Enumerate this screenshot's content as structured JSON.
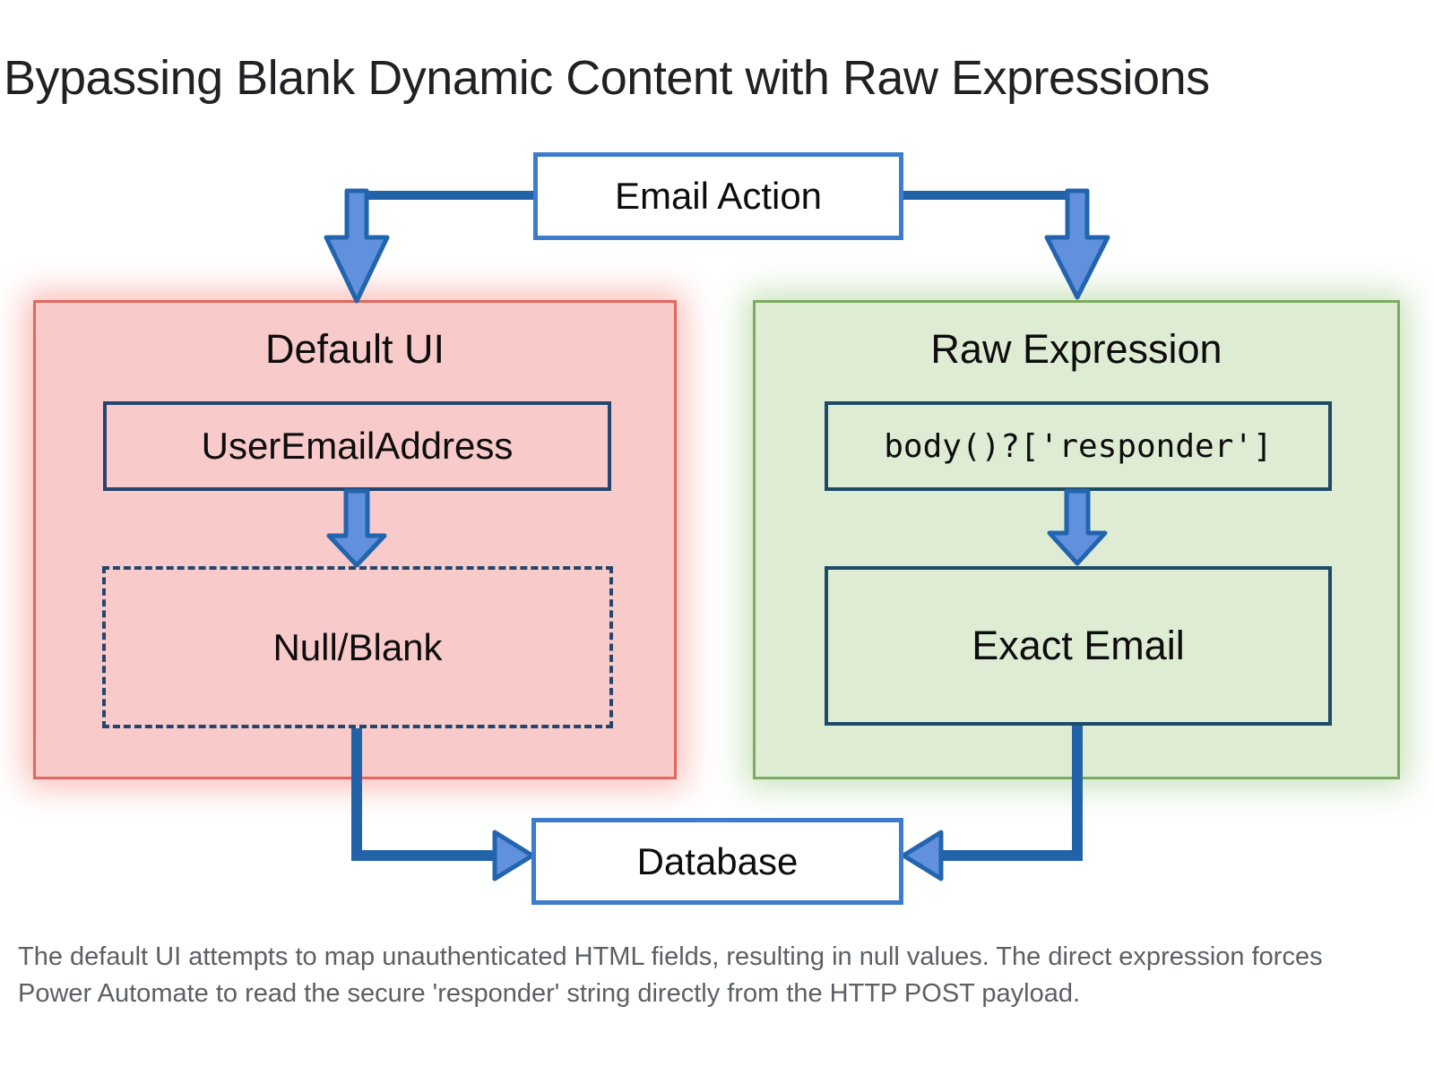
{
  "title": "Bypassing Blank Dynamic Content with Raw Expressions",
  "diagram": {
    "email_action": "Email Action",
    "left_panel": {
      "heading": "Default UI",
      "input_box": "UserEmailAddress",
      "result_box": "Null/Blank"
    },
    "right_panel": {
      "heading": "Raw Expression",
      "input_box": "body()?['responder']",
      "result_box": "Exact Email"
    },
    "database": "Database"
  },
  "caption": "The default UI attempts to map unauthenticated HTML fields, resulting in null values. The direct expression forces Power Automate to read the secure 'responder' string directly from the HTTP POST payload.",
  "colors": {
    "connector_blue": "#2262a9",
    "arrow_fill_blue": "#6190dc",
    "node_border_blue": "#3d7ccc",
    "red_panel_fill": "#f8caca",
    "red_panel_border": "#e0685d",
    "green_panel_fill": "#dfecd4",
    "green_panel_border": "#7aab60",
    "navy_border": "#24456d",
    "teal_border": "#1d4b66",
    "title_text": "#1f2124",
    "caption_text": "#5b6065"
  }
}
